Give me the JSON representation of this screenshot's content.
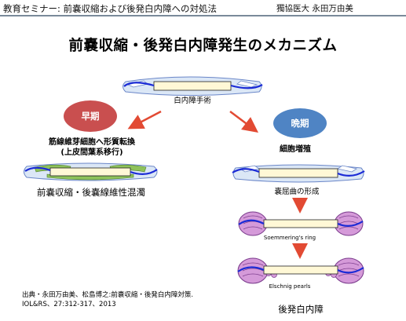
{
  "header": {
    "title": "教育セミナー:  前嚢収縮および後発白内障への対処法",
    "author": "獨協医大   永田万由美"
  },
  "main_title": "前嚢収縮・後発白内障発生のメカニズム",
  "top": {
    "label": "白内障手術"
  },
  "early": {
    "badge": "早期",
    "process_line1": "筋線維芽細胞へ形質転換",
    "process_line2": "(上皮間葉系移行)",
    "result": "前嚢収縮・後嚢線維性混濁"
  },
  "late": {
    "badge": "晩期",
    "process": "細胞増殖",
    "stage": "嚢屈曲の形成",
    "ring_label": "Soemmering's ring",
    "pearls_label": "Elschnig pearls",
    "result": "後発白内障"
  },
  "reference": {
    "line1": "出典・永田万由美、松島博之:前嚢収縮・後発白内障対策.",
    "line2": "IOL&RS、27:312-317、2013"
  },
  "colors": {
    "early_badge": "#c94f4f",
    "late_badge": "#4f84c4",
    "arrow": "#e24a33",
    "haptic": "#1b2bd6",
    "lens_fill": "#fff8d6",
    "capsule_outline": "#6a86c8",
    "capsule_fill": "#dbe7f6",
    "fibrosis_fill": "#8ec25a",
    "pearl_fill": "#d59ad9",
    "pearl_stroke": "#7a3b8c",
    "header_rule": "#7a8a9a"
  }
}
